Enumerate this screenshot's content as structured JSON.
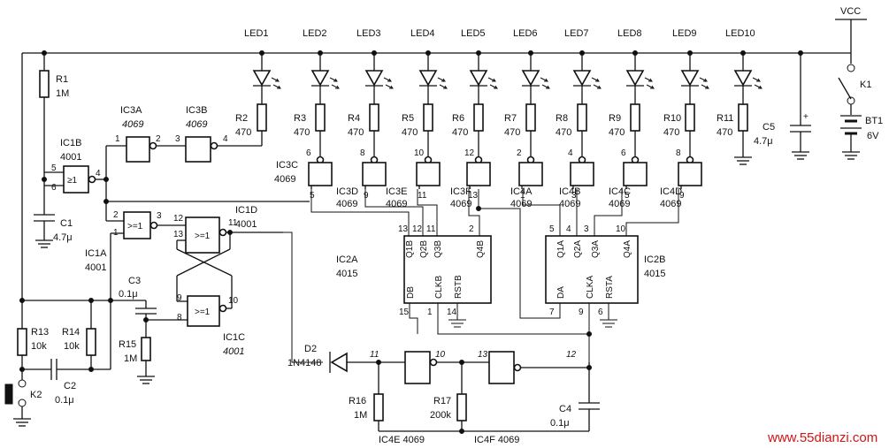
{
  "supply": {
    "vcc": "VCC",
    "switch": "K1",
    "battery": "BT1",
    "battery_v": "6V"
  },
  "leds": [
    "LED1",
    "LED2",
    "LED3",
    "LED4",
    "LED5",
    "LED6",
    "LED7",
    "LED8",
    "LED9",
    "LED10"
  ],
  "resistors_top": [
    {
      "name": "R2",
      "value": "470"
    },
    {
      "name": "R3",
      "value": "470"
    },
    {
      "name": "R4",
      "value": "470"
    },
    {
      "name": "R5",
      "value": "470"
    },
    {
      "name": "R6",
      "value": "470"
    },
    {
      "name": "R7",
      "value": "470"
    },
    {
      "name": "R8",
      "value": "470"
    },
    {
      "name": "R9",
      "value": "470"
    },
    {
      "name": "R10",
      "value": "470"
    },
    {
      "name": "R11",
      "value": "470"
    }
  ],
  "c5": {
    "name": "C5",
    "value": "4.7μ"
  },
  "r1": {
    "name": "R1",
    "value": "1M"
  },
  "c1": {
    "name": "C1",
    "value": "4.7μ"
  },
  "ic1b": {
    "name": "IC1B",
    "part": "4001",
    "pin_in1": "5",
    "pin_in2": "6",
    "pin_out": "4"
  },
  "ic3a": {
    "name": "IC3A",
    "part": "4069",
    "pin_in": "1",
    "pin_out": "2"
  },
  "ic3b": {
    "name": "IC3B",
    "part": "4069",
    "pin_in": "3",
    "pin_out": "4"
  },
  "ic1a": {
    "name": "IC1A",
    "part": "4001",
    "pin_in1": "2",
    "pin_in2": "1",
    "pin_out": "3"
  },
  "ic1d": {
    "name": "IC1D",
    "part": "4001",
    "pin_in1": "12",
    "pin_in2": "13",
    "pin_out": "11"
  },
  "ic1c": {
    "name": "IC1C",
    "part": "4001",
    "pin_in1": "9",
    "pin_in2": "8",
    "pin_out": "10"
  },
  "c3": {
    "name": "C3",
    "value": "0.1μ"
  },
  "r13": {
    "name": "R13",
    "value": "10k"
  },
  "r14": {
    "name": "R14",
    "value": "10k"
  },
  "r15": {
    "name": "R15",
    "value": "1M"
  },
  "c2": {
    "name": "C2",
    "value": "0.1μ"
  },
  "k2": "K2",
  "inverters": [
    {
      "name": "IC3C",
      "part": "4069",
      "pin_top": "6",
      "pin_bot": "5"
    },
    {
      "name": "IC3D",
      "part": "4069",
      "pin_top": "8",
      "pin_bot": "9"
    },
    {
      "name": "IC3E",
      "part": "4069",
      "pin_top": "10",
      "pin_bot": "11"
    },
    {
      "name": "IC3F",
      "part": "4069",
      "pin_top": "12",
      "pin_bot": "13"
    },
    {
      "name": "IC4A",
      "part": "4069",
      "pin_top": "2",
      "pin_bot": "1"
    },
    {
      "name": "IC4B",
      "part": "4069",
      "pin_top": "4",
      "pin_bot": "3"
    },
    {
      "name": "IC4C",
      "part": "4069",
      "pin_top": "6",
      "pin_bot": "5"
    },
    {
      "name": "IC4D",
      "part": "4069",
      "pin_top": "8",
      "pin_bot": "9"
    }
  ],
  "ic2a": {
    "name": "IC2A",
    "part": "4015",
    "outs": [
      "Q1B",
      "Q2B",
      "Q3B",
      "Q4B"
    ],
    "out_pins": [
      "13",
      "12",
      "11",
      "2"
    ],
    "ins": [
      "DB",
      "CLKB",
      "RSTB"
    ],
    "in_pins": [
      "15",
      "1",
      "14"
    ]
  },
  "ic2b": {
    "name": "IC2B",
    "part": "4015",
    "outs": [
      "Q1A",
      "Q2A",
      "Q3A",
      "Q4A"
    ],
    "out_pins": [
      "5",
      "4",
      "3",
      "10"
    ],
    "ins": [
      "DA",
      "CLKA",
      "RSTA"
    ],
    "in_pins": [
      "7",
      "9",
      "6"
    ]
  },
  "d2": {
    "name": "D2",
    "part": "1N4148"
  },
  "osc": {
    "g1_in": "11",
    "g1_out": "10",
    "g2_in": "13",
    "g2_out": "12",
    "ic4e": "IC4E 4069",
    "ic4f": "IC4F 4069",
    "r16": {
      "name": "R16",
      "value": "1M"
    },
    "r17": {
      "name": "R17",
      "value": "200k"
    },
    "c4": {
      "name": "C4",
      "value": "0.1μ"
    }
  },
  "watermark": "www.55dianzi.com"
}
